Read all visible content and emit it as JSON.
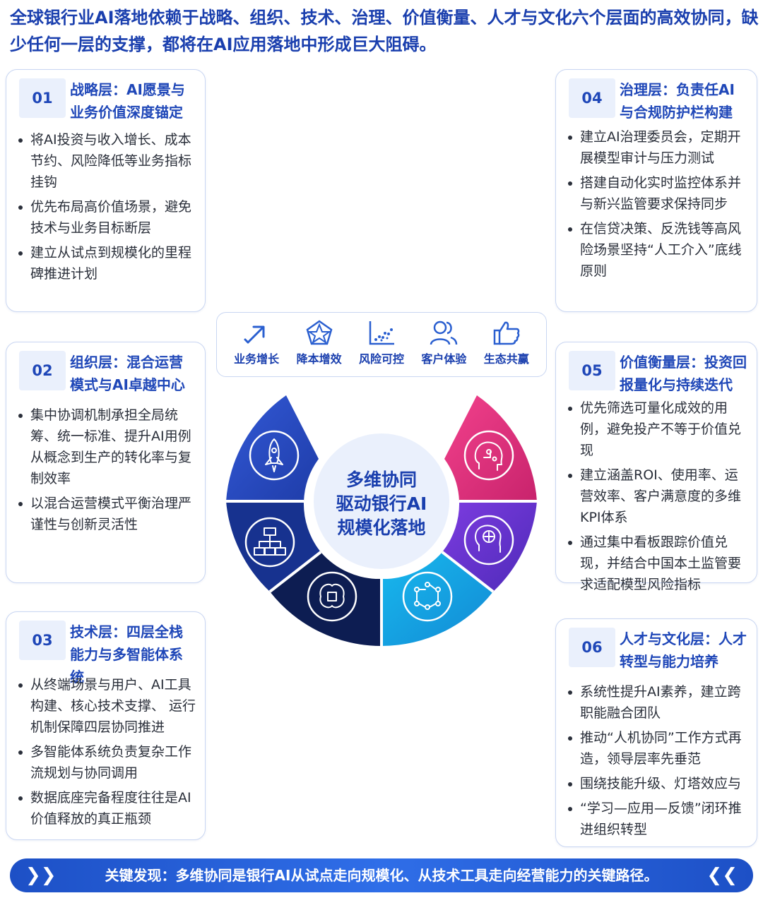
{
  "headline": "全球银行业AI落地依赖于战略、组织、技术、治理、价值衡量、人才与文化六个层面的高效协同，缺少任何一层的支撑，都将在AI应用落地中形成巨大阻碍。",
  "cards": [
    {
      "num": "01",
      "title": "战略层：AI愿景与业务价值深度锚定",
      "bullets": [
        "将AI投资与收入增长、成本节约、风险降低等业务指标挂钩",
        "优先布局高价值场景，避免技术与业务目标断层",
        "建立从试点到规模化的里程碑推进计划"
      ]
    },
    {
      "num": "02",
      "title": "组织层：混合运营模式与AI卓越中心",
      "bullets": [
        "集中协调机制承担全局统筹、统一标准、提升AI用例从概念到生产的转化率与复制效率",
        "以混合运营模式平衡治理严谨性与创新灵活性"
      ]
    },
    {
      "num": "03",
      "title": "技术层：四层全栈能力与多智能体系统",
      "bullets": [
        "从终端场景与用户、AI工具构建、核心技术支撑、 运行机制保障四层协同推进",
        "多智能体系统负责复杂工作流规划与协同调用",
        "数据底座完备程度往往是AI价值释放的真正瓶颈"
      ]
    },
    {
      "num": "04",
      "title": "治理层：负责任AI与合规防护栏构建",
      "bullets": [
        "建立AI治理委员会，定期开展模型审计与压力测试",
        "搭建自动化实时监控体系并与新兴监管要求保持同步",
        "在信贷决策、反洗钱等高风险场景坚持“人工介入”底线原则"
      ]
    },
    {
      "num": "05",
      "title": "价值衡量层：投资回报量化与持续迭代",
      "bullets": [
        "优先筛选可量化成效的用例，避免投产不等于价值兑现",
        "建立涵盖ROI、使用率、运营效率、客户满意度的多维KPI体系",
        "通过集中看板跟踪价值兑现，并结合中国本土监管要求适配模型风险指标"
      ]
    },
    {
      "num": "06",
      "title": "人才与文化层：人才转型与能力培养",
      "bullets": [
        "系统性提升AI素养，建立跨职能融合团队",
        "推动“人机协同”工作方式再造，领导层率先垂范",
        "围绕技能升级、灯塔效应与",
        "“学习—应用—反馈”闭环推进组织转型"
      ]
    }
  ],
  "values": [
    {
      "label": "业务增长",
      "icon": "growth-arrow-icon"
    },
    {
      "label": "降本增效",
      "icon": "pentagon-star-icon"
    },
    {
      "label": "风险可控",
      "icon": "scatter-chart-icon"
    },
    {
      "label": "客户体验",
      "icon": "customers-icon"
    },
    {
      "label": "生态共赢",
      "icon": "thumbs-up-icon"
    }
  ],
  "center": {
    "line1": "多维协同",
    "line2": "驱动银行AI",
    "line3": "规模化落地"
  },
  "segments": [
    {
      "layer": "01",
      "icon": "rocket-icon",
      "color": "#2a4bc4"
    },
    {
      "layer": "02",
      "icon": "org-chart-icon",
      "color": "#17328f"
    },
    {
      "layer": "03",
      "icon": "brain-chip-icon",
      "color": "#0d1d52"
    },
    {
      "layer": "04",
      "icon": "ai-head-icon",
      "color": "#e2367e"
    },
    {
      "layer": "05",
      "icon": "ai-brain-icon",
      "color": "#6a2fd6"
    },
    {
      "layer": "06",
      "icon": "network-icon",
      "color": "#1aa6e4"
    }
  ],
  "colors": {
    "accent": "#1a3fae",
    "card_border": "#c9d6f2",
    "badge_bg": "#eaf0fc"
  },
  "footer": {
    "text": "关键发现：多维协同是银行AI从试点走向规模化、从技术工具走向经营能力的关键路径。",
    "chev_left": "❯❯",
    "chev_right": "❮❮"
  }
}
